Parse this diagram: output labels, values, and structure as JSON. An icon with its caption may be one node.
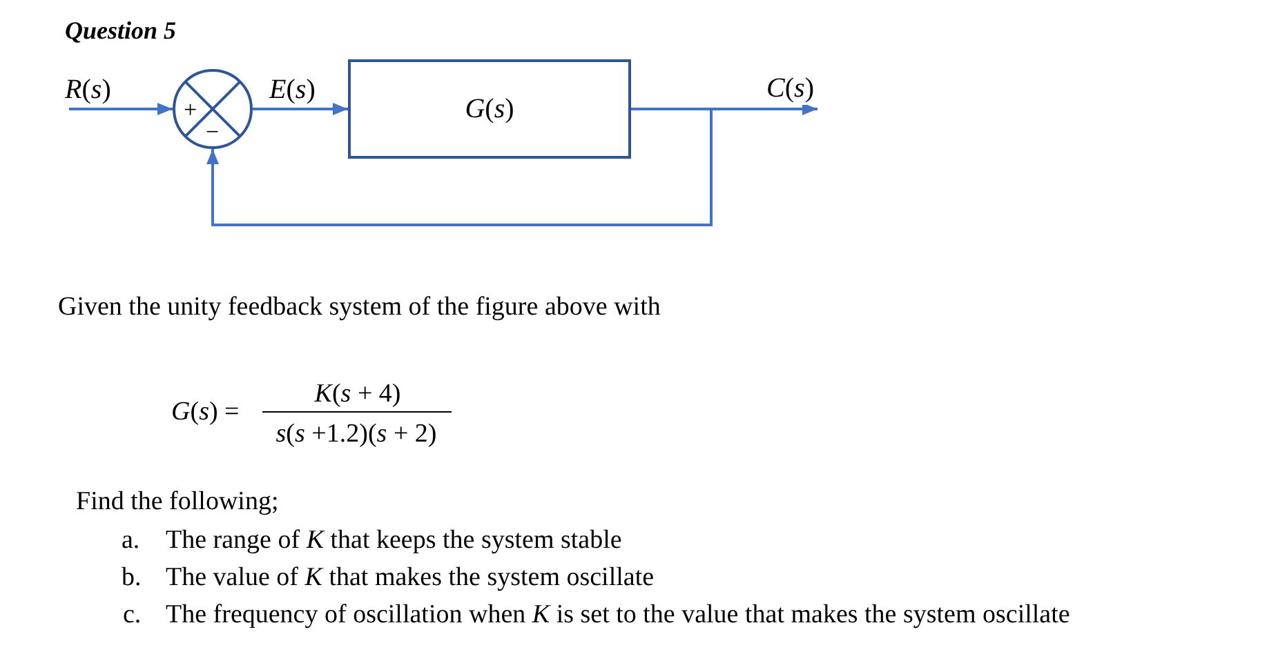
{
  "diagram": {
    "title": "Question 5",
    "nodes": [
      {
        "text": [
          "+",
          "−"
        ]
      },
      {
        "text": [
          "*G*(*s*)"
        ]
      }
    ],
    "edges": [
      {
        "from": null,
        "to": 0,
        "arrow": "to",
        "label": "*R*(*s*)"
      },
      {
        "from": 0,
        "to": 1,
        "arrow": "to",
        "label": "*E*(*s*)"
      },
      {
        "from": 1,
        "to": null,
        "arrow": "to",
        "label": "*C*(*s*)"
      },
      {
        "from": 1,
        "to": 0,
        "arrow": "to"
      }
    ],
    "labels": [
      "Given the unity feedback system of the figure above with",
      "*G*(*s*) =",
      "*K*(*s* + 4)",
      "*s*(*s* +1.2)(*s* + 2)",
      "Find the following;",
      "a.",
      "The range of *K* that keeps the system stable",
      "b.",
      "The value of *K* that makes the system oscillate",
      "c.",
      "The frequency of oscillation when *K* is set to the value that makes the system oscillate"
    ]
  }
}
